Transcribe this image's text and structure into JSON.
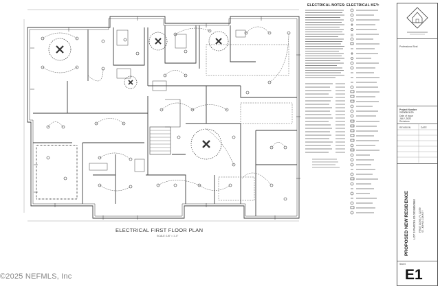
{
  "drawing": {
    "plan_title": "ELECTRICAL FIRST FLOOR PLAN",
    "plan_scale": "SCALE: 1/8\" = 1'-0\"",
    "notes_heading": "ELECTRICAL NOTES:",
    "key_heading": "ELECTRICAL KEY:"
  },
  "title_block": {
    "professional_seal_label": "Professional Seal",
    "project_number_label": "Project Number",
    "project_number": "20230501120",
    "date_label": "Date of Issue",
    "date": "JULY, 2022",
    "revisions_label": "Revisions",
    "revision_col": "REVISION",
    "date_col": "DATE",
    "project_name": "PROPOSED NEW RESIDENCE",
    "lot_parcel": "LOT 3  PARCEL ID 0026830960",
    "address_line1": "FRUIT COVE, FL 32259",
    "address_line2": "ST. JOHNS COUNTY",
    "sheet_label": "Sheet",
    "sheet_number": "E1"
  },
  "watermark": "©2025 NEFMLS, Inc"
}
